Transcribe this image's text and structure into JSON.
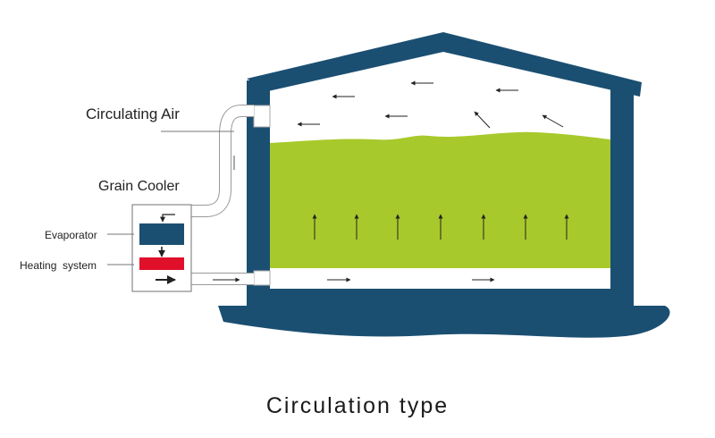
{
  "labels": {
    "circulating_air": "Circulating Air",
    "grain_cooler": "Grain Cooler",
    "evaporator": "Evaporator",
    "heating_system": "Heating  system"
  },
  "caption": "Circulation type",
  "colors": {
    "building": "#1b4f72",
    "grain": "#a8c92c",
    "evaporator": "#1b4f72",
    "heating": "#e0102a"
  }
}
